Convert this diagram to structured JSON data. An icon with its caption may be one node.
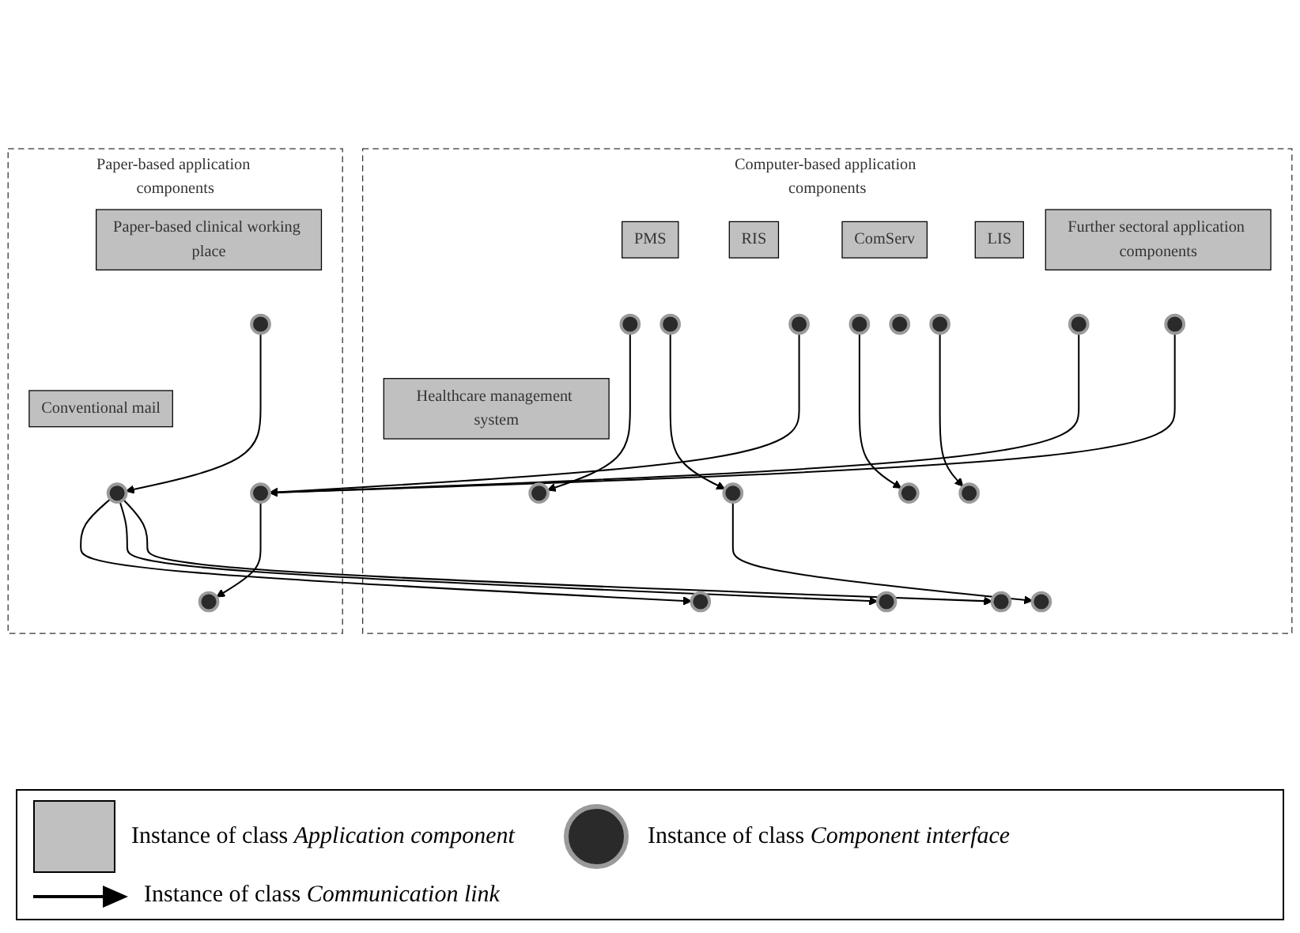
{
  "diagram": {
    "nodes": [
      {
        "text": [
          "Computer-based application components"
        ]
      },
      {
        "text": [
          "PMS"
        ],
        "in": 0
      },
      {
        "text": [],
        "shape": "circle",
        "in": 0
      },
      {
        "text": [],
        "shape": "circle",
        "in": 0
      },
      {
        "text": [
          "RIS"
        ],
        "in": 0
      },
      {
        "text": [],
        "shape": "circle",
        "in": 0
      },
      {
        "text": [],
        "shape": "circle",
        "in": 0
      },
      {
        "text": [],
        "shape": "circle",
        "in": 0
      },
      {
        "text": [
          "ComServ"
        ],
        "in": 0
      },
      {
        "text": [],
        "shape": "circle",
        "in": 0
      },
      {
        "text": [],
        "shape": "circle",
        "in": 0
      },
      {
        "text": [],
        "shape": "circle",
        "in": 0
      },
      {
        "text": [],
        "shape": "circle",
        "in": 0
      },
      {
        "text": [
          "LIS"
        ],
        "in": 0
      },
      {
        "text": [],
        "shape": "circle",
        "in": 0
      },
      {
        "text": [],
        "shape": "circle",
        "in": 0
      },
      {
        "text": [],
        "shape": "circle",
        "in": 0
      },
      {
        "text": [
          "Healthcare management system"
        ],
        "in": 0
      },
      {
        "text": [],
        "shape": "circle",
        "in": 0
      },
      {
        "text": [
          "Further sectoral application components"
        ],
        "in": 0
      },
      {
        "text": [],
        "shape": "circle",
        "in": 0
      },
      {
        "text": [],
        "shape": "circle",
        "in": 0
      },
      {
        "text": [],
        "shape": "circle",
        "in": 0
      },
      {
        "text": [
          "Paper-based application components"
        ]
      },
      {
        "text": [
          "Paper-based clinical working place"
        ],
        "in": 23
      },
      {
        "text": [],
        "shape": "circle",
        "in": 23
      },
      {
        "text": [],
        "shape": "circle",
        "in": 23
      },
      {
        "text": [
          "Conventional mail"
        ],
        "in": 23
      },
      {
        "text": [],
        "shape": "circle",
        "in": 23
      },
      {
        "text": [],
        "shape": "circle",
        "in": 23
      }
    ],
    "edges": [
      {
        "from": 2,
        "to": 18,
        "arrow": "to"
      },
      {
        "from": 3,
        "to": 9,
        "arrow": "to"
      },
      {
        "from": 9,
        "to": 6,
        "arrow": "to"
      },
      {
        "from": 10,
        "to": 14,
        "arrow": "to"
      },
      {
        "from": 12,
        "to": 20,
        "arrow": "to"
      },
      {
        "from": 7,
        "to": 28,
        "arrow": "to"
      },
      {
        "from": 16,
        "to": 28,
        "arrow": "to"
      },
      {
        "from": 21,
        "to": 28,
        "arrow": "to"
      },
      {
        "from": 28,
        "to": 25,
        "arrow": "to"
      },
      {
        "from": 26,
        "to": 29,
        "arrow": "to"
      },
      {
        "from": 29,
        "to": 5,
        "arrow": "to"
      },
      {
        "from": 29,
        "to": 15,
        "arrow": "to"
      },
      {
        "from": 29,
        "to": 22,
        "arrow": "to"
      }
    ],
    "legend": [
      {
        "text": "Instance of class *Application component*",
        "color": "#c0c0c0"
      },
      {
        "text": "Instance of class *Component interface*"
      },
      {
        "text": "Instance of class *Communication link*"
      }
    ]
  }
}
